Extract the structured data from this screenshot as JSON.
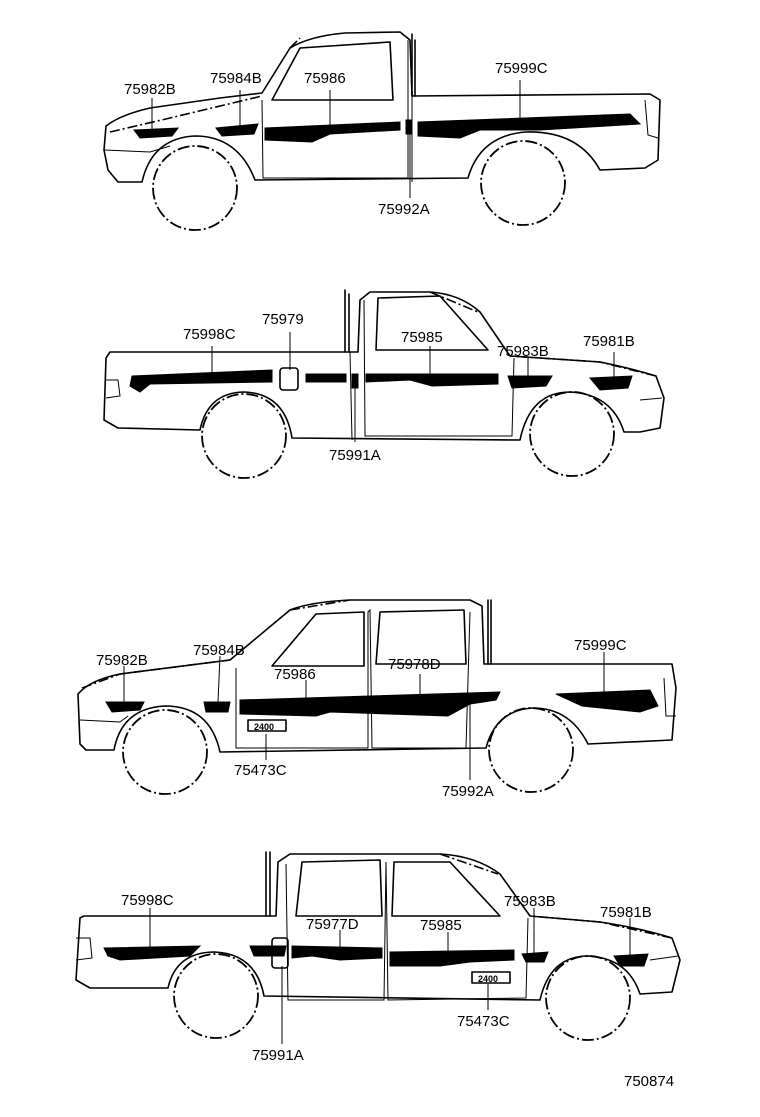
{
  "trucks": [
    {
      "name": "single-cab-left-side",
      "labels": [
        "75982B",
        "75984B",
        "75986",
        "75999C",
        "75992A"
      ]
    },
    {
      "name": "single-cab-right-side",
      "labels": [
        "75998C",
        "75979",
        "75985",
        "75983B",
        "75981B",
        "75991A"
      ]
    },
    {
      "name": "double-cab-left-side",
      "labels": [
        "75982B",
        "75984B",
        "75986",
        "75978D",
        "75999C",
        "75473C",
        "75992A"
      ],
      "emblem_text": "2400"
    },
    {
      "name": "double-cab-right-side",
      "labels": [
        "75998C",
        "75977D",
        "75985",
        "75983B",
        "75981B",
        "75473C",
        "75991A"
      ],
      "emblem_text": "2400"
    }
  ],
  "figure_code": "750874"
}
